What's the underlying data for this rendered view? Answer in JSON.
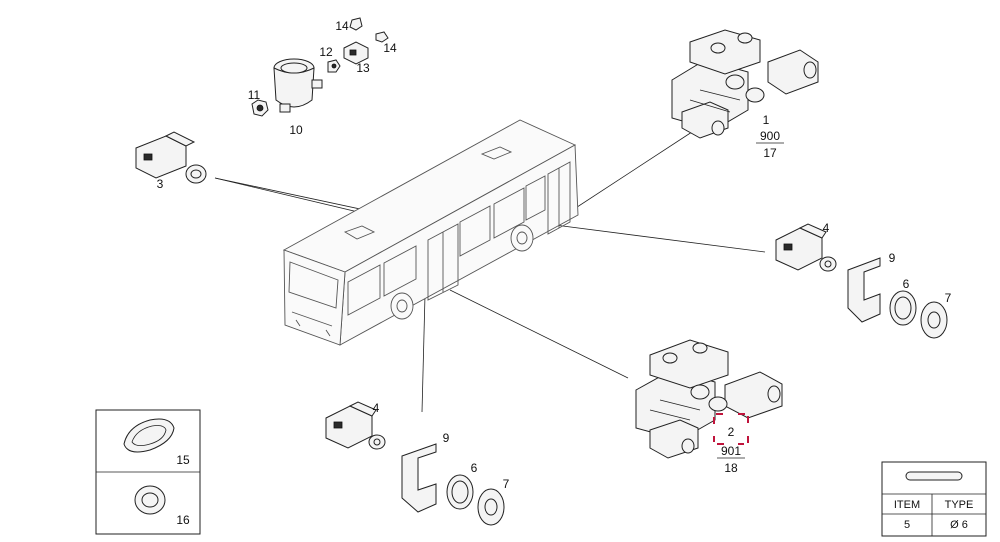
{
  "callouts": {
    "c1": {
      "item": "1",
      "top": "900",
      "bottom": "17"
    },
    "c2": {
      "item": "2",
      "top": "901",
      "bottom": "18"
    },
    "c3": "3",
    "c4a": "4",
    "c4b": "4",
    "c6a": "6",
    "c6b": "6",
    "c7a": "7",
    "c7b": "7",
    "c9a": "9",
    "c9b": "9",
    "c10": "10",
    "c11": "11",
    "c12": "12",
    "c13": "13",
    "c14a": "14",
    "c14b": "14",
    "c15": "15",
    "c16": "16"
  },
  "legend_table": {
    "header_item": "ITEM",
    "header_type": "TYPE",
    "value_item": "5",
    "value_type": "Ø 6"
  },
  "colors": {
    "highlight": "#c0143c",
    "line": "#222222"
  }
}
